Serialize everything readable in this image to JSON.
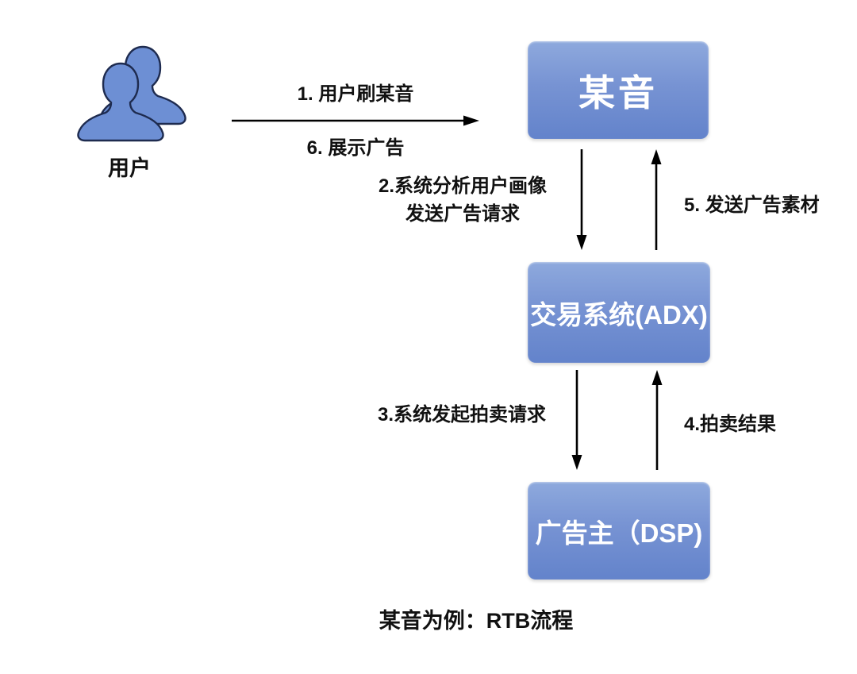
{
  "diagram": {
    "caption": "某音为例：RTB流程",
    "actor": {
      "label": "用户",
      "icon": "users-icon"
    },
    "nodes": {
      "app": {
        "label": "某音"
      },
      "adx": {
        "label": "交易系统(ADX)"
      },
      "dsp": {
        "label": "广告主（DSP)"
      }
    },
    "edges": {
      "step1": {
        "label": "1. 用户刷某音",
        "from": "用户",
        "to": "某音",
        "direction": "right"
      },
      "step6": {
        "label": "6. 展示广告",
        "from": "某音",
        "to": "用户",
        "direction": "right-shared-arrow"
      },
      "step2": {
        "label_line1": "2.系统分析用户画像",
        "label_line2": "发送广告请求",
        "from": "某音",
        "to": "交易系统(ADX)",
        "direction": "down"
      },
      "step5": {
        "label": "5. 发送广告素材",
        "from": "交易系统(ADX)",
        "to": "某音",
        "direction": "up"
      },
      "step3": {
        "label": "3.系统发起拍卖请求",
        "from": "交易系统(ADX)",
        "to": "广告主（DSP)",
        "direction": "down"
      },
      "step4": {
        "label": "4.拍卖结果",
        "from": "广告主（DSP)",
        "to": "交易系统(ADX)",
        "direction": "up"
      }
    },
    "colors": {
      "node_gradient_top": "#8EA9DD",
      "node_gradient_bottom": "#6383CB",
      "node_text": "#FFFFFF",
      "arrow": "#000000",
      "label_text": "#111111",
      "icon_fill": "#6D8FD4",
      "icon_stroke": "#1E2B4F",
      "background": "#FFFFFF"
    }
  }
}
